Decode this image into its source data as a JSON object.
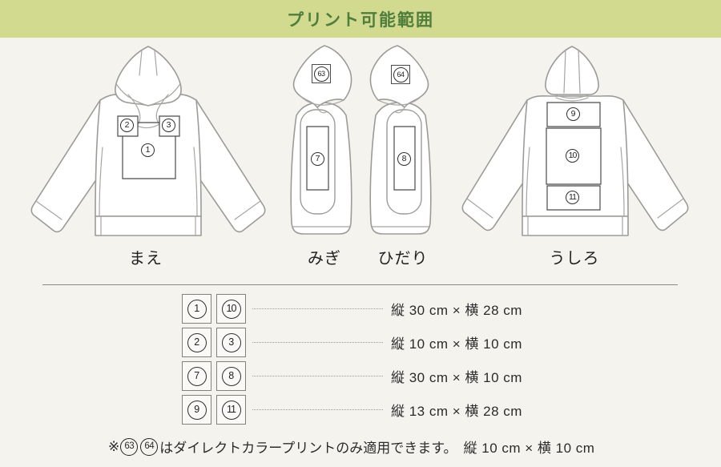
{
  "header": {
    "title": "プリント可能範囲"
  },
  "views": {
    "front": {
      "label": "まえ"
    },
    "right": {
      "label": "みぎ"
    },
    "left": {
      "label": "ひだり"
    },
    "back": {
      "label": "うしろ"
    }
  },
  "areas": {
    "a1": "1",
    "a2": "2",
    "a3": "3",
    "a7": "7",
    "a8": "8",
    "a9": "9",
    "a10": "10",
    "a11": "11",
    "a63": "63",
    "a64": "64"
  },
  "legend": {
    "rows": [
      {
        "b1": "1",
        "b2": "10",
        "size": "縦 30 cm × 横 28 cm"
      },
      {
        "b1": "2",
        "b2": "3",
        "size": "縦 10 cm × 横 10 cm"
      },
      {
        "b1": "7",
        "b2": "8",
        "size": "縦 30 cm × 横 10 cm"
      },
      {
        "b1": "9",
        "b2": "11",
        "size": "縦 13 cm × 横 28 cm"
      }
    ]
  },
  "footnote": {
    "prefix": "※",
    "b1": "63",
    "b2": "64",
    "text": "はダイレクトカラープリントのみ適用できます。",
    "size": "縦 10 cm × 横 10 cm"
  },
  "colors": {
    "header_bg": "#d1da8e",
    "header_text": "#4f7d3c",
    "page_bg": "#f5f3ee",
    "line_gray": "#9b9b98"
  }
}
